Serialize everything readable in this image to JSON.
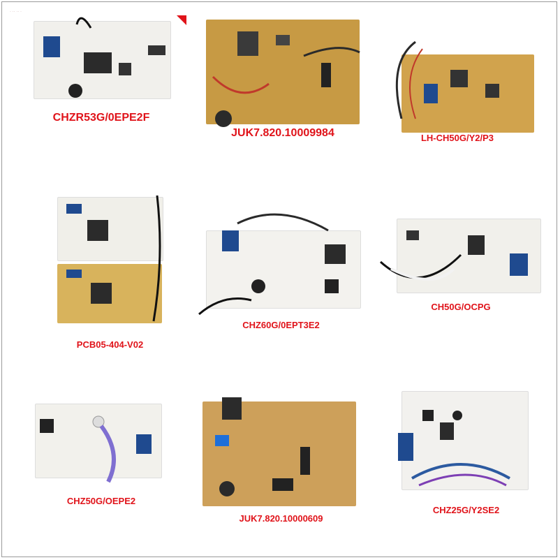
{
  "header_text": "· ·· ·· ·",
  "accent_color": "#e0131a",
  "items": [
    {
      "label": "CHZR53G/0EPE2F",
      "board": "white"
    },
    {
      "label": "JUK7.820.10009984",
      "board": "brown"
    },
    {
      "label": "LH-CH50G/Y2/P3",
      "board": "brown"
    },
    {
      "label": "PCB05-404-V02",
      "board": "white"
    },
    {
      "label": "CHZ60G/0EPT3E2",
      "board": "white"
    },
    {
      "label": "CH50G/OCPG",
      "board": "white"
    },
    {
      "label": "CHZ50G/OEPE2",
      "board": "white"
    },
    {
      "label": "JUK7.820.10000609",
      "board": "brown"
    },
    {
      "label": "CHZ25G/Y2SE2",
      "board": "white"
    }
  ]
}
